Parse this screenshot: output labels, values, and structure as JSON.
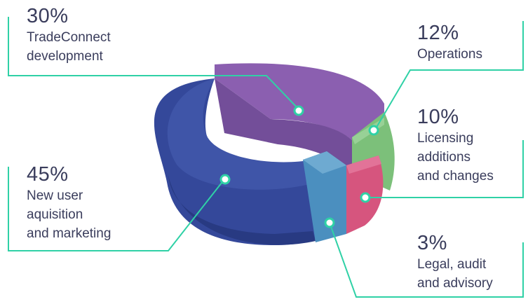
{
  "chart_data": {
    "type": "pie",
    "variant": "3d-donut",
    "title": "",
    "slices": [
      {
        "label": "TradeConnect development",
        "value": 30,
        "display": "30%",
        "color": "#8b5fb0"
      },
      {
        "label": "Operations",
        "value": 12,
        "display": "12%",
        "color": "#7cc07a"
      },
      {
        "label": "Licensing additions and changes",
        "value": 10,
        "display": "10%",
        "color": "#d6557e"
      },
      {
        "label": "Legal, audit and advisory",
        "value": 3,
        "display": "3%",
        "color": "#4b8fbf"
      },
      {
        "label": "New user aquisition and marketing",
        "value": 45,
        "display": "45%",
        "color": "#34489a"
      }
    ],
    "callout_color": "#2fd1a6"
  },
  "labels": {
    "dev_pct": "30%",
    "dev_desc": "TradeConnect\ndevelopment",
    "ops_pct": "12%",
    "ops_desc": "Operations",
    "lic_pct": "10%",
    "lic_desc": "Licensing\nadditions\nand changes",
    "legal_pct": "3%",
    "legal_desc": "Legal, audit\nand advisory",
    "mkt_pct": "45%",
    "mkt_desc": "New user\naquisition\nand marketing"
  }
}
